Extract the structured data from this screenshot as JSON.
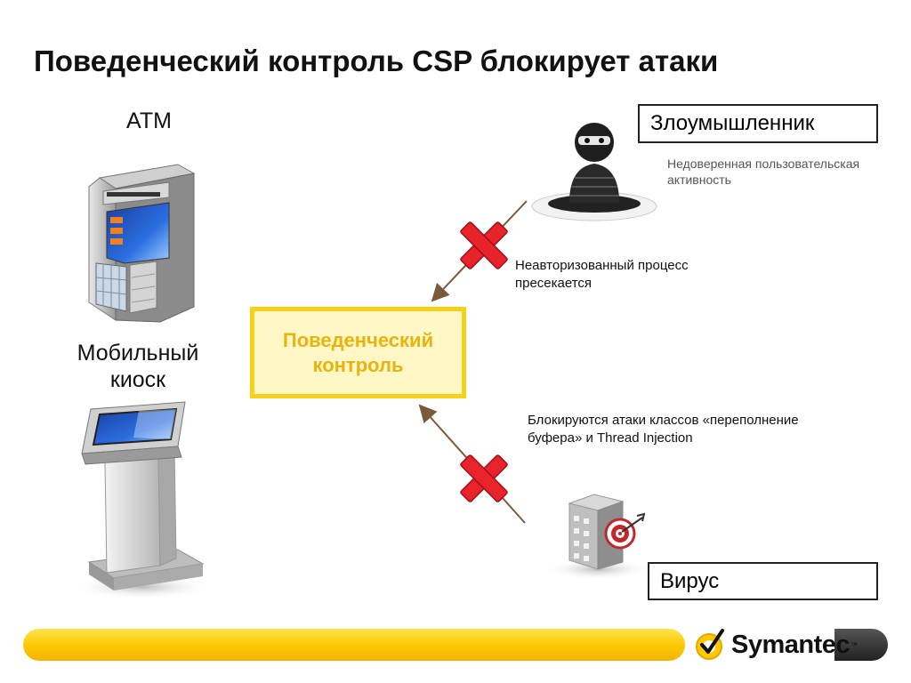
{
  "slide": {
    "title": "Поведенческий контроль CSP блокирует атаки",
    "devices": {
      "atm_label": "ATM",
      "kiosk_label": "Мобильный киоск"
    },
    "center_box": "Поведенческий контроль",
    "attacker": {
      "label": "Злоумышленник",
      "subtitle": "Недоверенная пользовательская активность"
    },
    "virus": {
      "label": "Вирус"
    },
    "notes": {
      "unauthorized": "Неавторизованный процесс пресекается",
      "blocked": "Блокируются атаки классов «переполнение буфера» и Thread Injection"
    }
  },
  "footer": {
    "brand": "Symantec",
    "tm": "™"
  },
  "colors": {
    "accent_yellow": "#fcc800",
    "center_text": "#e9b30b",
    "cross_red": "#e8232a",
    "arrow": "#7a5a3a"
  }
}
